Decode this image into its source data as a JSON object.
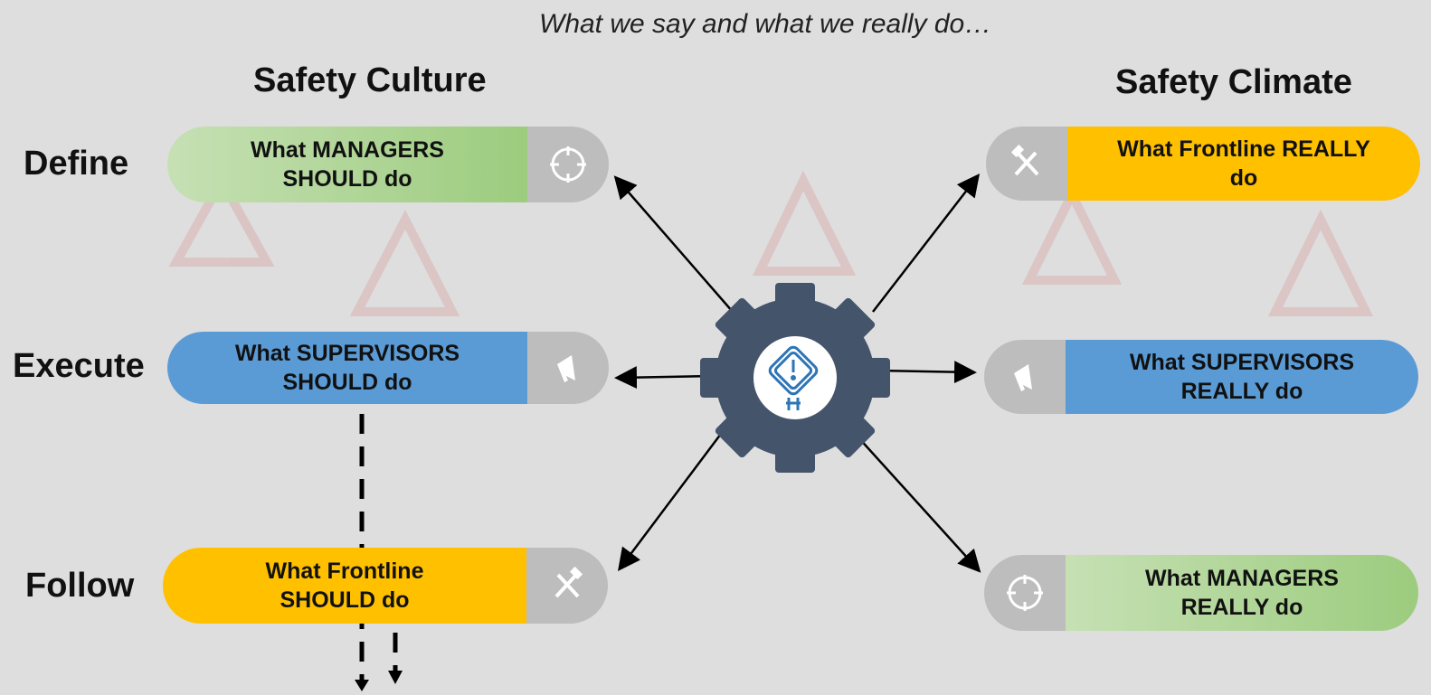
{
  "subtitle": "What we say and what we really do…",
  "culture": {
    "title": "Safety Culture",
    "rows": [
      {
        "label": "Define",
        "text1": "What MANAGERS",
        "text2": "SHOULD do",
        "icon": "target-icon",
        "color": "green"
      },
      {
        "label": "Execute",
        "text1": "What SUPERVISORS",
        "text2": "SHOULD do",
        "icon": "megaphone-icon",
        "color": "blue"
      },
      {
        "label": "Follow",
        "text1": "What Frontline",
        "text2": "SHOULD do",
        "icon": "tools-icon",
        "color": "yellow"
      }
    ]
  },
  "climate": {
    "title": "Safety Climate",
    "rows": [
      {
        "text1": "What Frontline REALLY",
        "text2": "do",
        "icon": "tools-icon",
        "color": "yellow"
      },
      {
        "text1": "What SUPERVISORS",
        "text2": "REALLY do",
        "icon": "megaphone-icon",
        "color": "blue"
      },
      {
        "text1": "What MANAGERS",
        "text2": "REALLY do",
        "icon": "target-icon",
        "color": "green"
      }
    ]
  },
  "center": {
    "icon": "warning-sign-icon",
    "gear_color": "#44546a"
  },
  "colors": {
    "green": "#9ccc7e",
    "blue": "#5b9bd5",
    "yellow": "#ffc000",
    "icon_cap": "#bdbdbd"
  }
}
